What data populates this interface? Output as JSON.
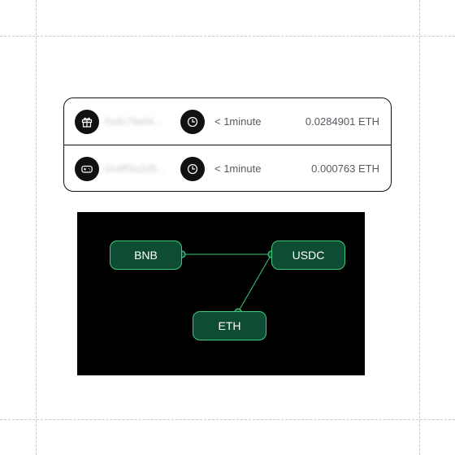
{
  "activity": {
    "rows": [
      {
        "type_icon": "gift-icon",
        "masked_label": "0x8c7bef4...",
        "time_icon": "clock-icon",
        "duration": "< 1minute",
        "amount": "0.0284901 ETH"
      },
      {
        "type_icon": "gamepad-icon",
        "masked_label": "0x4ff3a2d5...",
        "time_icon": "clock-icon",
        "duration": "< 1minute",
        "amount": "0.000763 ETH"
      }
    ]
  },
  "route": {
    "nodes": [
      "BNB",
      "USDC",
      "ETH"
    ],
    "links": [
      [
        "BNB",
        "USDC"
      ],
      [
        "USDC",
        "ETH"
      ]
    ]
  },
  "colors": {
    "node_fill": "#0e4d33",
    "node_border": "#3ec97a",
    "diagram_background": "#000000",
    "icon_background": "#111111"
  }
}
